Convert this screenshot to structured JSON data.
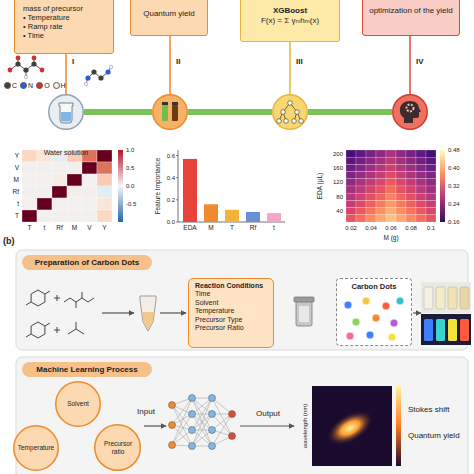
{
  "diagram": {
    "nodes": [
      {
        "text": [
          "mass of precursor",
          "• Temperature",
          "• Ramp rate",
          "• Time"
        ]
      },
      {
        "text": [
          "Quantum yield"
        ]
      },
      {
        "text": [
          "XGBoost",
          "F(x) = Σ γₘhₘ(x)"
        ]
      },
      {
        "text": [
          "optimization of the yield"
        ]
      },
      {
        "text": [
          "I",
          "Water solution"
        ]
      },
      {
        "text": [
          "II"
        ]
      },
      {
        "text": [
          "III"
        ]
      },
      {
        "text": [
          "IV"
        ]
      },
      {
        "text": [
          "Preparation of Carbon Dots"
        ]
      },
      {
        "text": [
          "Reaction Conditions",
          "Time",
          "Solvent",
          "Temperature",
          "Precursor Type",
          "Precursor Ratio"
        ]
      },
      {
        "text": [
          "Carbon Dots"
        ]
      },
      {
        "text": [
          "Machine Learning Process"
        ]
      },
      {
        "text": [
          "Solvent"
        ]
      },
      {
        "text": [
          "Temperature"
        ]
      },
      {
        "text": [
          "Precursor ratio"
        ]
      }
    ],
    "edges": [
      {
        "from": 0,
        "to": 4,
        "arrow": "none"
      },
      {
        "from": 1,
        "to": 5,
        "arrow": "none"
      },
      {
        "from": 2,
        "to": 6,
        "arrow": "none"
      },
      {
        "from": 3,
        "to": 7,
        "arrow": "none"
      },
      {
        "from": 4,
        "to": 5,
        "arrow": "none"
      },
      {
        "from": 5,
        "to": 6,
        "arrow": "none"
      },
      {
        "from": 6,
        "to": 7,
        "arrow": "none"
      },
      {
        "from": 9,
        "to": 10,
        "arrow": "to"
      },
      {
        "from": 12,
        "to": 14,
        "arrow": "to"
      },
      {
        "from": 14,
        "to": 13,
        "arrow": "to"
      },
      {
        "from": 13,
        "to": 12,
        "arrow": "to"
      }
    ],
    "labels": [
      "(b)",
      "Y",
      "V",
      "M",
      "Rf",
      "t",
      "T",
      "T",
      "t",
      "Rf",
      "M",
      "V",
      "Y",
      "1.0",
      "0.5",
      "0.0",
      "-0.5",
      "Feature Importance",
      "0.0",
      "0.2",
      "0.4",
      "0.6",
      "EDA",
      "M",
      "T",
      "Rf",
      "t",
      "EDA (μL)",
      "200",
      "160",
      "120",
      "80",
      "40",
      "0.02",
      "0.04",
      "0.06",
      "0.08",
      "0.1",
      "M (g)",
      "0.48",
      "0.40",
      "0.32",
      "0.24",
      "0.16",
      "Input",
      "Output",
      "wavelength (nm)",
      "Stokes shift",
      "Quantum yield"
    ],
    "legend": [
      {
        "text": "C",
        "color": "#404040"
      },
      {
        "text": "N",
        "color": "#2f5cd6"
      },
      {
        "text": "O",
        "color": "#d62f2f"
      },
      {
        "text": "H",
        "color": "#f2f2f2"
      }
    ]
  }
}
